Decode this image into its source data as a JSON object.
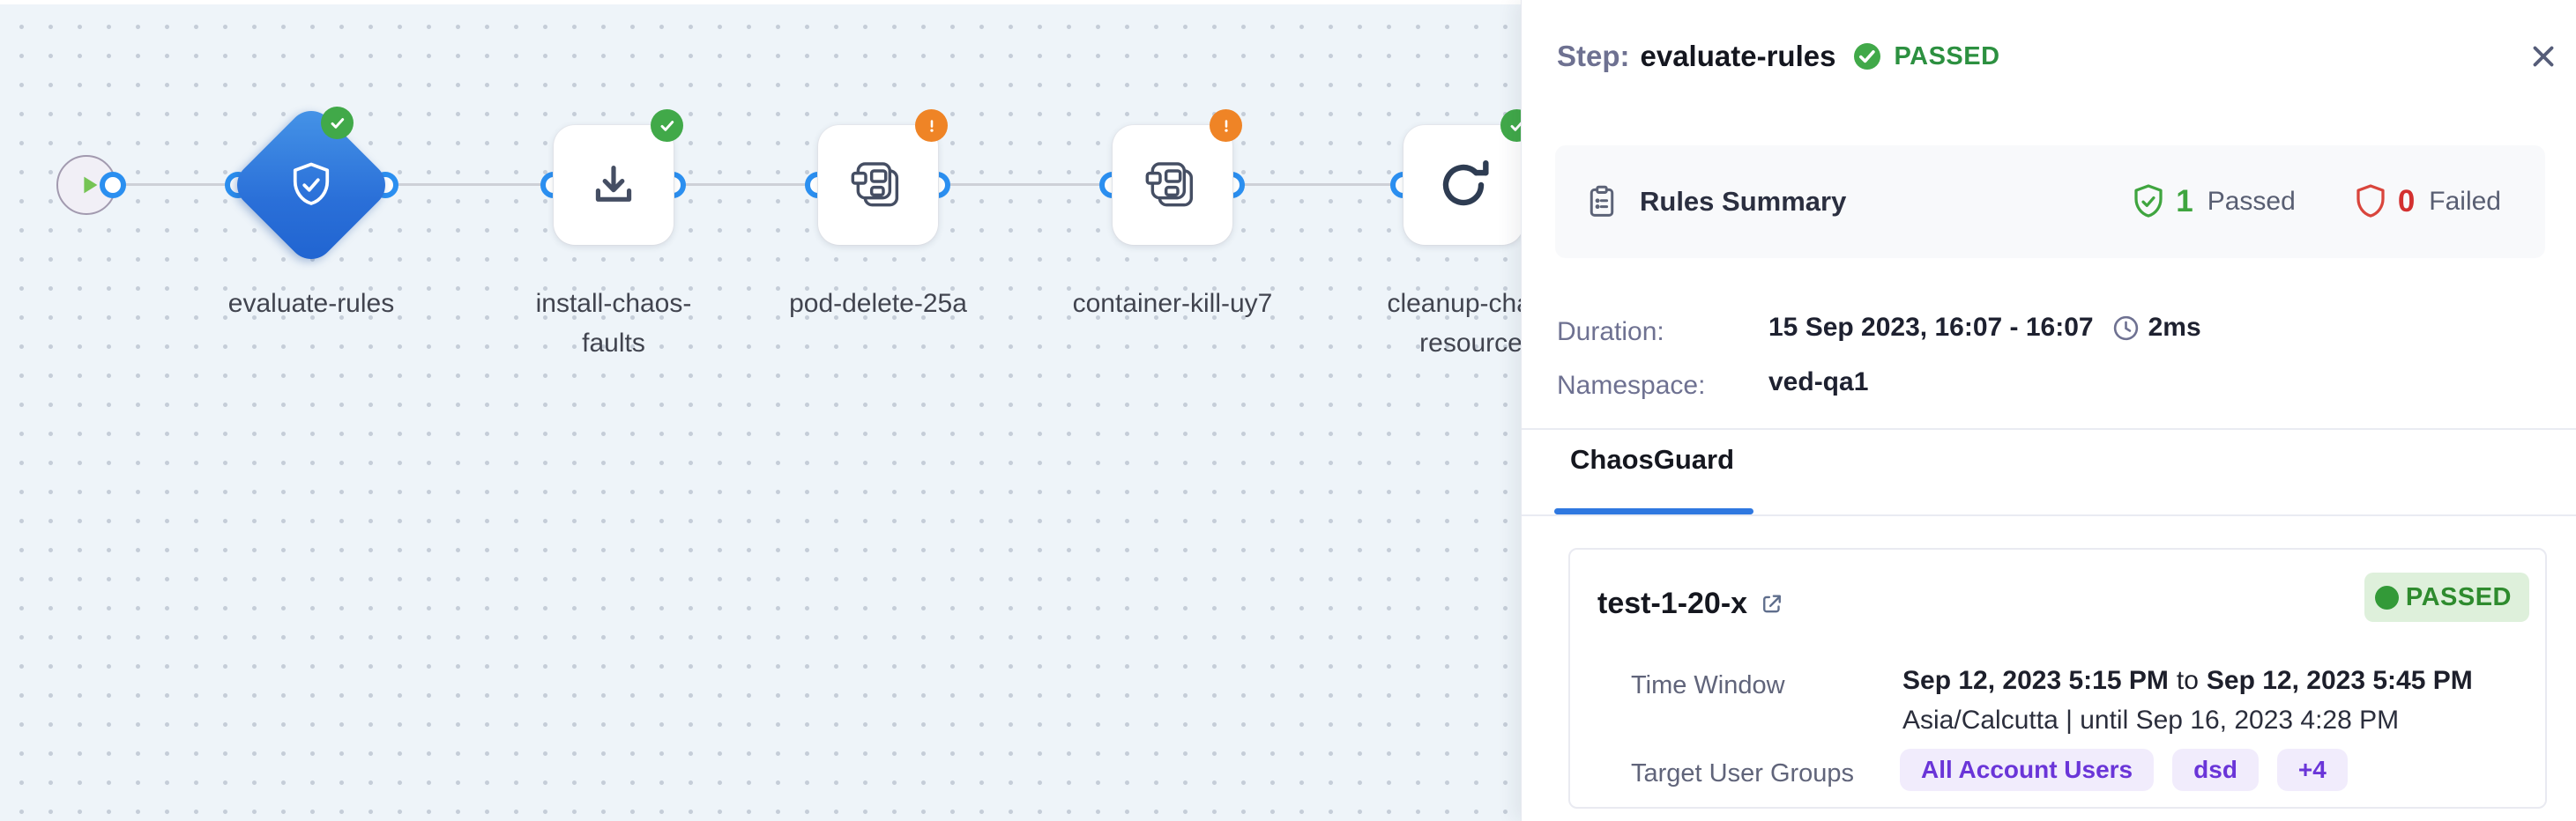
{
  "colors": {
    "accent_blue": "#2f78e0",
    "port_blue": "#2b8ff0",
    "diamond_gradient": [
      "#4796e8",
      "#1f63d0"
    ],
    "success_green": "#41a949",
    "warning_orange": "#ef8426",
    "fail_red": "#d33030",
    "chip_purple_text": "#6a35d8",
    "chip_purple_bg": "#f1ecfc",
    "canvas_bg": "#eef4f9",
    "badge_green_bg": "#def0db"
  },
  "icons": {
    "play-icon": "▶",
    "check-badge-icon": "✓",
    "warning-badge-icon": "!",
    "shield-check-icon": "shield with check",
    "download-icon": "⤓",
    "chaos-fault-icon": "stacked fault cards",
    "retry-icon": "⟳",
    "clipboard-icon": "clipboard list",
    "passed-shield-icon": "green shield check",
    "failed-shield-icon": "red shield",
    "clock-icon": "clock",
    "external-link-icon": "↗",
    "close-icon": "✕"
  },
  "canvas": {
    "nodes": [
      {
        "id": "start",
        "type": "start"
      },
      {
        "id": "evaluate-rules",
        "type": "diamond",
        "icon": "shield-check-icon",
        "status": "passed",
        "lines": [
          "evaluate-rules"
        ]
      },
      {
        "id": "install-chaos-faults",
        "type": "box",
        "icon": "download-icon",
        "status": "passed",
        "lines": [
          "install-chaos-",
          "faults"
        ]
      },
      {
        "id": "pod-delete-25a",
        "type": "box",
        "icon": "chaos-fault-icon",
        "status": "warning",
        "lines": [
          "pod-delete-25a"
        ]
      },
      {
        "id": "container-kill-uy7",
        "type": "box",
        "icon": "chaos-fault-icon",
        "status": "warning",
        "lines": [
          "container-kill-uy7"
        ]
      },
      {
        "id": "cleanup-chaos-resources",
        "type": "box",
        "icon": "retry-icon",
        "status": "passed",
        "lines": [
          "cleanup-chaos-",
          "resources"
        ]
      }
    ]
  },
  "panel": {
    "header": {
      "prefix": "Step:",
      "name": "evaluate-rules",
      "status": "PASSED"
    },
    "rules_summary": {
      "title": "Rules Summary",
      "passed_count": "1",
      "passed_label": "Passed",
      "failed_count": "0",
      "failed_label": "Failed"
    },
    "details": {
      "duration_label": "Duration:",
      "duration_value": "15 Sep 2023, 16:07 - 16:07",
      "duration_time": "2ms",
      "namespace_label": "Namespace:",
      "namespace_value": "ved-qa1"
    },
    "tabs": [
      {
        "label": "ChaosGuard",
        "active": true
      }
    ],
    "guard_card": {
      "name": "test-1-20-x",
      "status": "PASSED",
      "time_window_label": "Time Window",
      "time_window_start": "Sep 12, 2023 5:15 PM",
      "time_window_join": "to",
      "time_window_end": "Sep 12, 2023 5:45 PM",
      "time_window_meta": "Asia/Calcutta | until Sep 16, 2023 4:28 PM",
      "target_groups_label": "Target User Groups",
      "target_groups": [
        "All Account Users",
        "dsd",
        "+4"
      ]
    }
  }
}
